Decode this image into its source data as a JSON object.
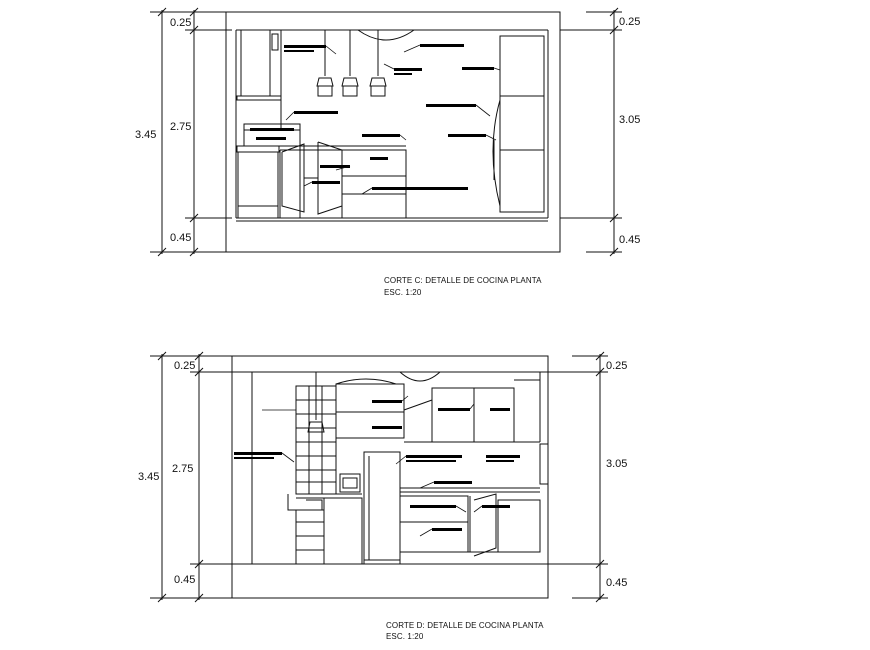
{
  "sections": [
    {
      "id": "corte-c",
      "title": "CORTE C: DETALLE DE COCINA PLANTA",
      "scale": "ESC. 1:20",
      "dims_left": {
        "top": "0.25",
        "middle": "2.75",
        "total": "3.45",
        "bottom": "0.45"
      },
      "dims_right": {
        "top": "0.25",
        "middle": "3.05",
        "bottom": "0.45"
      }
    },
    {
      "id": "corte-d",
      "title": "CORTE D: DETALLE DE COCINA PLANTA",
      "scale": "ESC. 1:20",
      "dims_left": {
        "top": "0.25",
        "middle": "2.75",
        "total": "3.45",
        "bottom": "0.45"
      },
      "dims_right": {
        "top": "0.25",
        "middle": "3.05",
        "bottom": "0.45"
      }
    }
  ],
  "colors": {
    "line": "#111111",
    "label_block": "#000000",
    "background": "#ffffff"
  }
}
